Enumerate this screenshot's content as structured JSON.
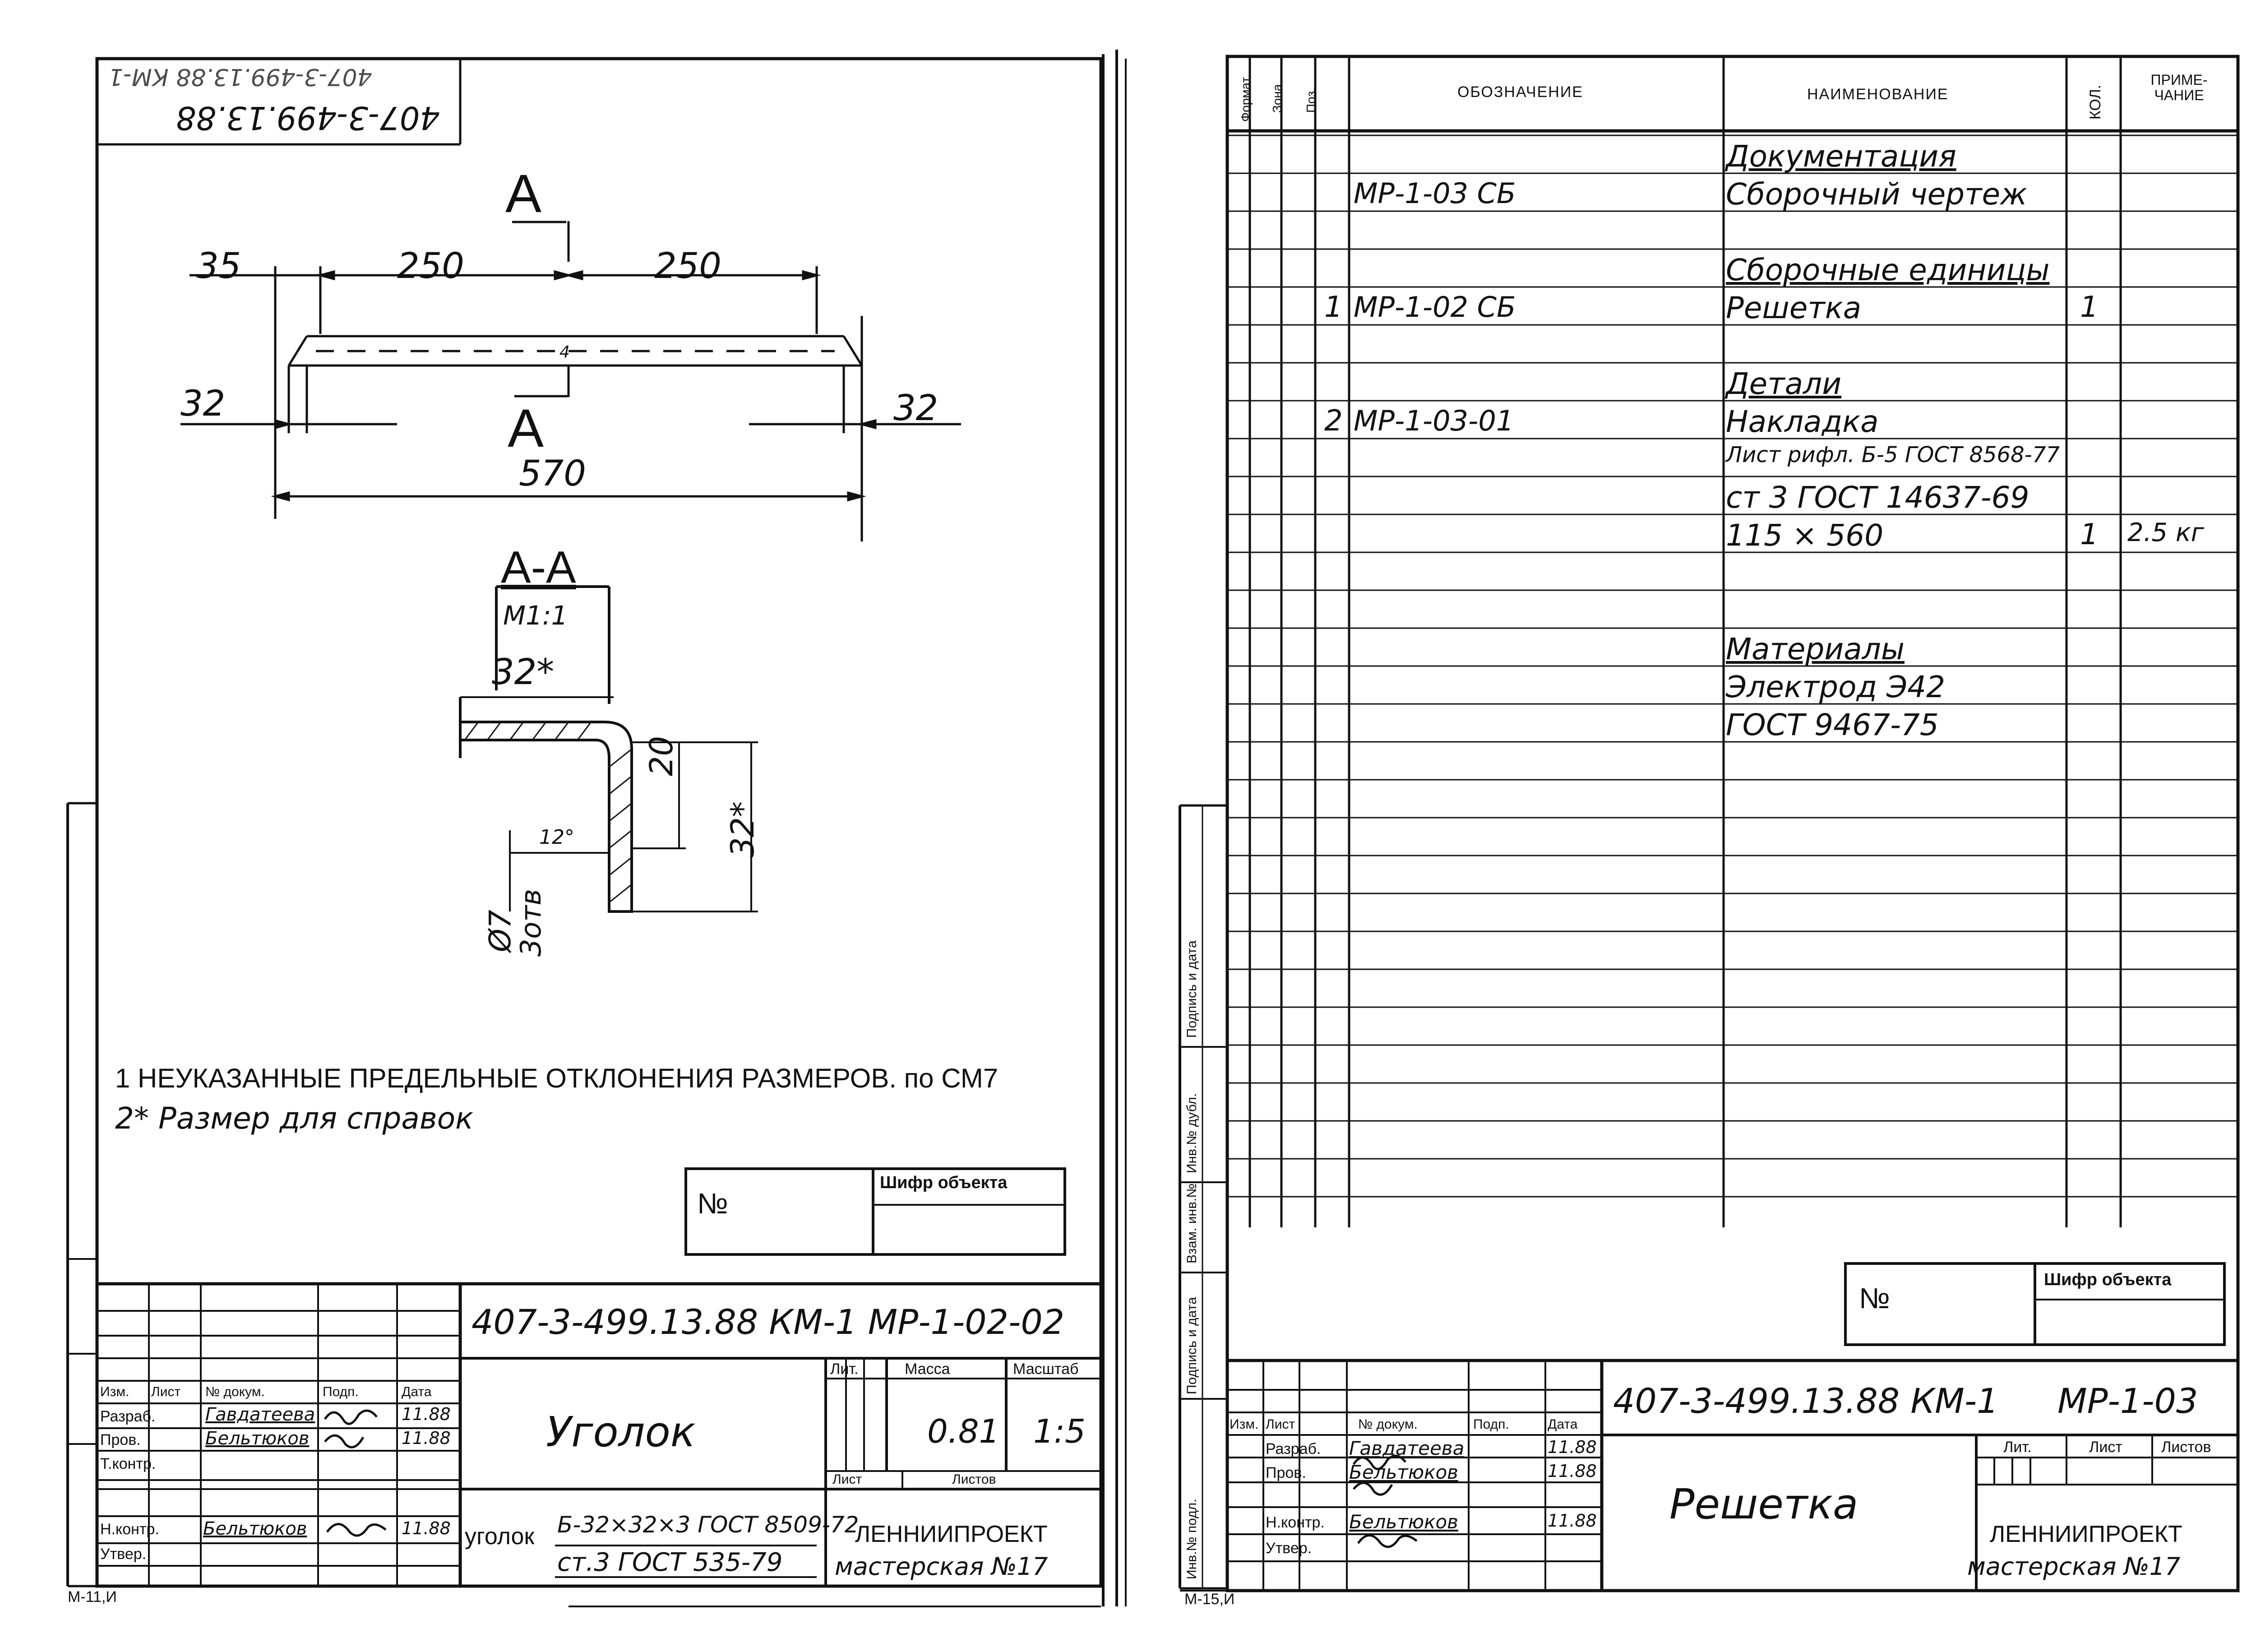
{
  "left": {
    "stamp_top": "407-3-499.13.88",
    "stamp_top_mirrored": "407-3-499.13.88 КМ-1",
    "section_letter_top": "А",
    "section_letter_bottom": "А",
    "dims": {
      "d35": "35",
      "d250a": "250",
      "d250b": "250",
      "d32a": "32",
      "d32b": "32",
      "d570": "570",
      "weld": "4"
    },
    "section_label": "А-А",
    "section_scale": "М1:1",
    "angle_dims": {
      "top": "32*",
      "inner": "20",
      "side": "32*",
      "angle": "12°",
      "hole": "Ø7",
      "hole_qty": "3отв"
    },
    "note1": "1 НЕУКАЗАННЫЕ ПРЕДЕЛЬНЫЕ ОТКЛОНЕНИЯ РАЗМЕРОВ. по СМ7",
    "note2": "2* Размер для справок",
    "num_box": {
      "no": "№",
      "code": "Шифр объекта"
    },
    "title_block": {
      "doc_code": "407-3-499.13.88  КМ-1   МР-1-02-02",
      "headers": [
        "Изм.",
        "Лист",
        "№ докум.",
        "Подп.",
        "Дата"
      ],
      "rows": [
        {
          "role": "Разраб.",
          "name": "Гавдатеева",
          "date": "11.88"
        },
        {
          "role": "Пров.",
          "name": "Бельтюков",
          "date": "11.88"
        },
        {
          "role": "Т.контр.",
          "name": "",
          "date": ""
        },
        {
          "role": "Н.контр.",
          "name": "Бельтюков",
          "date": "11.88"
        },
        {
          "role": "Утвер.",
          "name": "",
          "date": ""
        }
      ],
      "title": "Уголок",
      "lit_label": "Лит.",
      "mass_label": "Масса",
      "scale_label": "Масштаб",
      "mass": "0.81",
      "scale": "1:5",
      "sheet_label": "Лист",
      "sheets_label": "Листов",
      "material_name": "уголок",
      "material_top": "Б-32×32×3 ГОСТ 8509-72",
      "material_bottom": "ст.3 ГОСТ 535-79",
      "org1": "ЛЕННИИПРОЕКТ",
      "org2": "мастерская №17"
    },
    "format": "М-11,И"
  },
  "right": {
    "spec_headers": [
      "Формат",
      "Зона",
      "Поз.",
      "ОБОЗНАЧЕНИЕ",
      "НАИМЕНОВАНИЕ",
      "КОЛ.",
      "ПРИМЕ-ЧАНИЕ"
    ],
    "spec_rows": [
      {
        "pos": "",
        "code": "",
        "name": "Документация",
        "qty": "",
        "note": "",
        "underline": true
      },
      {
        "pos": "",
        "code": "МР-1-03  СБ",
        "name": "Сборочный чертеж",
        "qty": "",
        "note": ""
      },
      {
        "pos": "",
        "code": "",
        "name": "",
        "qty": "",
        "note": ""
      },
      {
        "pos": "",
        "code": "",
        "name": "Сборочные  единицы",
        "qty": "",
        "note": "",
        "underline": true
      },
      {
        "pos": "1",
        "code": "МР-1-02  СБ",
        "name": "Решетка",
        "qty": "1",
        "note": ""
      },
      {
        "pos": "",
        "code": "",
        "name": "",
        "qty": "",
        "note": ""
      },
      {
        "pos": "",
        "code": "",
        "name": "Детали",
        "qty": "",
        "note": "",
        "underline": true
      },
      {
        "pos": "2",
        "code": "МР-1-03-01",
        "name": "Накладка",
        "qty": "",
        "note": ""
      },
      {
        "pos": "",
        "code": "",
        "name": "Лист рифл. Б-5 ГОСТ 8568-77",
        "qty": "",
        "note": ""
      },
      {
        "pos": "",
        "code": "",
        "name": "ст 3 ГОСТ 14637-69",
        "qty": "",
        "note": ""
      },
      {
        "pos": "",
        "code": "",
        "name": "115 × 560",
        "qty": "1",
        "note": "2.5 кг"
      },
      {
        "pos": "",
        "code": "",
        "name": "",
        "qty": "",
        "note": ""
      },
      {
        "pos": "",
        "code": "",
        "name": "",
        "qty": "",
        "note": ""
      },
      {
        "pos": "",
        "code": "",
        "name": "Материалы",
        "qty": "",
        "note": "",
        "underline": true
      },
      {
        "pos": "",
        "code": "",
        "name": "Электрод Э42",
        "qty": "",
        "note": ""
      },
      {
        "pos": "",
        "code": "",
        "name": "ГОСТ 9467-75",
        "qty": "",
        "note": ""
      }
    ],
    "side_labels": [
      "Инв.№ подл.",
      "Подпись и дата",
      "Взам. инв.№",
      "Инв.№ дубл.",
      "Подпись и дата"
    ],
    "num_box": {
      "no": "№",
      "code": "Шифр объекта"
    },
    "title_block": {
      "doc_code": "407-3-499.13.88  КМ-1",
      "doc_part": "МР-1-03",
      "headers": [
        "Изм.",
        "Лист",
        "№ докум.",
        "Подп.",
        "Дата"
      ],
      "rows": [
        {
          "role": "Разраб.",
          "name": "Гавдатеева",
          "date": "11.88"
        },
        {
          "role": "Пров.",
          "name": "Бельтюков",
          "date": "11.88"
        },
        {
          "role": "",
          "name": "",
          "date": ""
        },
        {
          "role": "Н.контр.",
          "name": "Бельтюков",
          "date": "11.88"
        },
        {
          "role": "Утвер.",
          "name": "",
          "date": ""
        }
      ],
      "title": "Решетка",
      "lit_label": "Лит.",
      "sheet_label": "Лист",
      "sheets_label": "Листов",
      "org1": "ЛЕННИИПРОЕКТ",
      "org2": "мастерская №17"
    },
    "format": "М-15,И"
  }
}
